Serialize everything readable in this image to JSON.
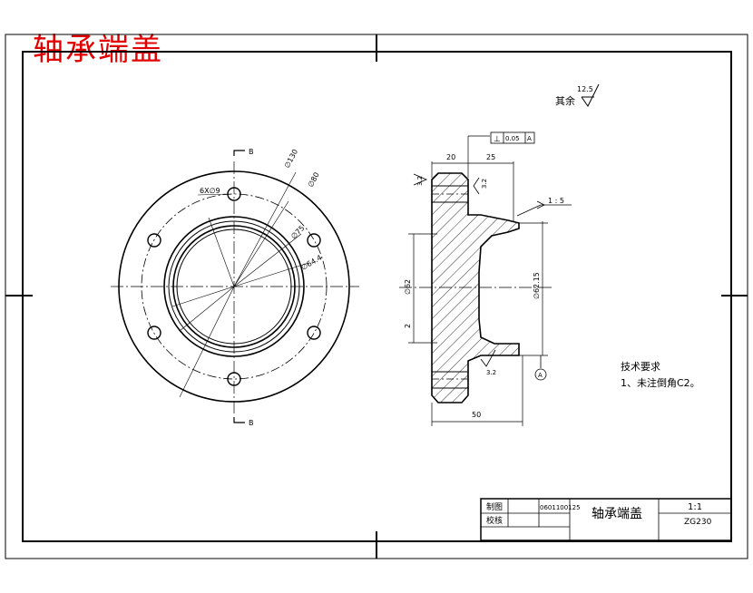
{
  "stamp_title": "轴承端盖",
  "roughness_note": {
    "label": "其余",
    "value": "12.5"
  },
  "tolerance_frame": {
    "symbol": "⊥",
    "value": "0.05",
    "datum": "A"
  },
  "front_view": {
    "section_label": "B",
    "holes_note": "6X∅9",
    "dims": {
      "d1": "∅130",
      "d2": "∅80",
      "d3": "∅75",
      "d4": "∅64.4"
    }
  },
  "section_view": {
    "dim_top_left": "20",
    "dim_top_right": "25",
    "dim_bottom": "50",
    "dim_left_dia": "∅62",
    "dim_right_dia": "∅62.15",
    "dim_small": "2",
    "rough_a": "3.2",
    "rough_b": "3.2",
    "rough_c": "3.2",
    "taper": "1 : 5",
    "datum": "A"
  },
  "tech_requirements": {
    "title": "技术要求",
    "item1": "1、未注倒角C2。"
  },
  "title_block": {
    "drawn_label": "制图",
    "checked_label": "校核",
    "drawing_no": "0601100125",
    "name": "轴承端盖",
    "scale": "1:1",
    "material": "ZG230"
  }
}
